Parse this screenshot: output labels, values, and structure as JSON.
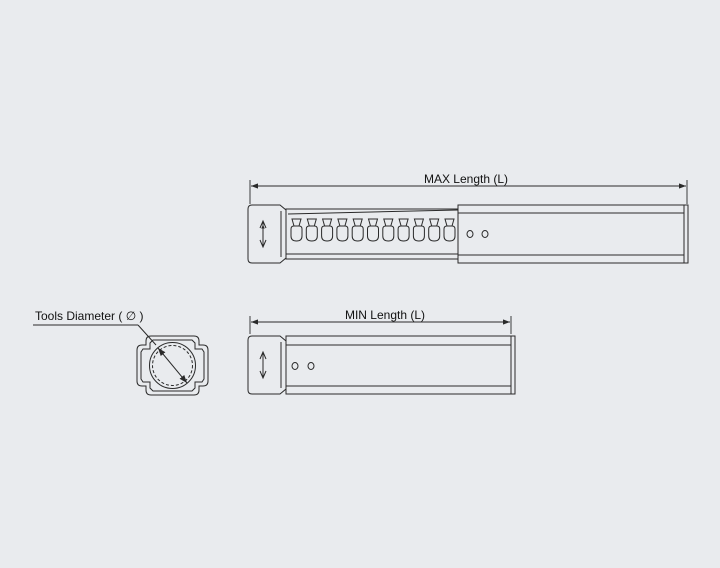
{
  "colors": {
    "background": "#e9ebee",
    "line": "#2a2a2a"
  },
  "labels": {
    "max_length": "MAX Length (L)",
    "min_length": "MIN Length (L)",
    "tools_diameter": "Tools Diameter ( ∅ )"
  },
  "icons": {
    "extended_adjust": "up-down-arrow-icon",
    "collapsed_adjust": "up-down-arrow-icon"
  }
}
